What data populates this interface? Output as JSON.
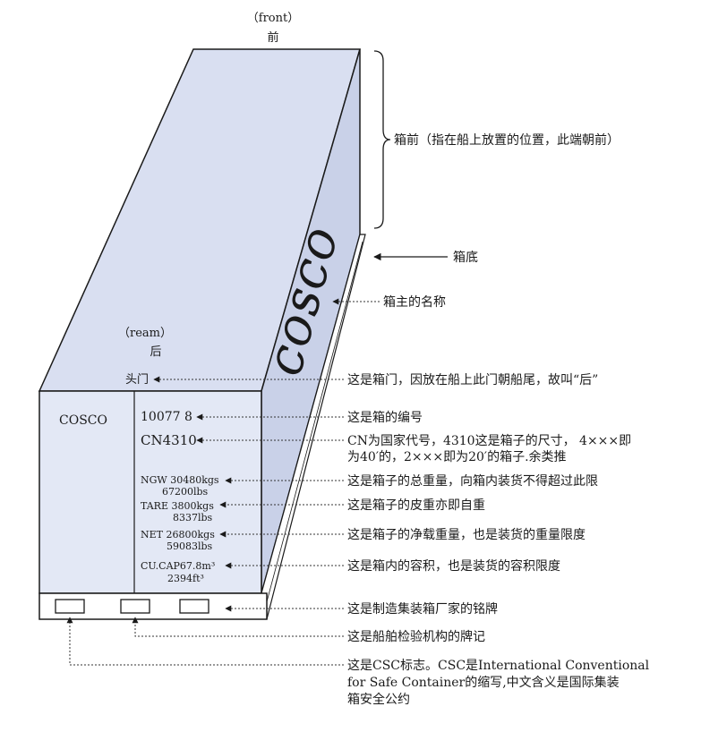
{
  "colors": {
    "container_face": "#d9dff1",
    "container_front": "#e3e8f5",
    "container_side": "#c9d1e8",
    "outline": "#1a1a1a",
    "leader": "#333333"
  },
  "labels": {
    "front_en": "（front）",
    "front_cn": "前",
    "rear_en": "（ream）",
    "rear_cn": "后",
    "door": "头门",
    "side_logo": "COSCO",
    "door_logo": "COSCO"
  },
  "door_markings": {
    "number": "10077 8",
    "code": "CN4310",
    "ngw": "NGW 30480kgs",
    "ngw_lbs": "67200lbs",
    "tare": "TARE 3800kgs",
    "tare_lbs": "8337lbs",
    "net": "NET 26800kgs",
    "net_lbs": "59083lbs",
    "cucap": "CU.CAP67.8m³",
    "cucap_ft": "2394ft³"
  },
  "annotations": {
    "front": "箱前（指在船上放置的位置，此端朝前）",
    "bottom": "箱底",
    "owner": "箱主的名称",
    "door": "这是箱门，因放在船上此门朝船尾，故叫“后”",
    "number": "这是箱的编号",
    "code_1": "CN为国家代号，4310这是箱子的尺寸， 4×××即",
    "code_2": "为40′的，2×××即为20′的箱子.余类推",
    "gross": "这是箱子的总重量，向箱内装货不得超过此限",
    "tare": "这是箱子的皮重亦即自重",
    "net": "这是箱子的净载重量，也是装货的重量限度",
    "capacity": "这是箱内的容积，也是装货的容积限度",
    "maker": "这是制造集装箱厂家的铭牌",
    "inspection": "这是船舶检验机构的牌记",
    "csc_1": "这是CSC标志。CSC是International Conventional",
    "csc_2": "for Safe Container的缩写,中文含义是国际集装",
    "csc_3": "箱安全公约"
  }
}
